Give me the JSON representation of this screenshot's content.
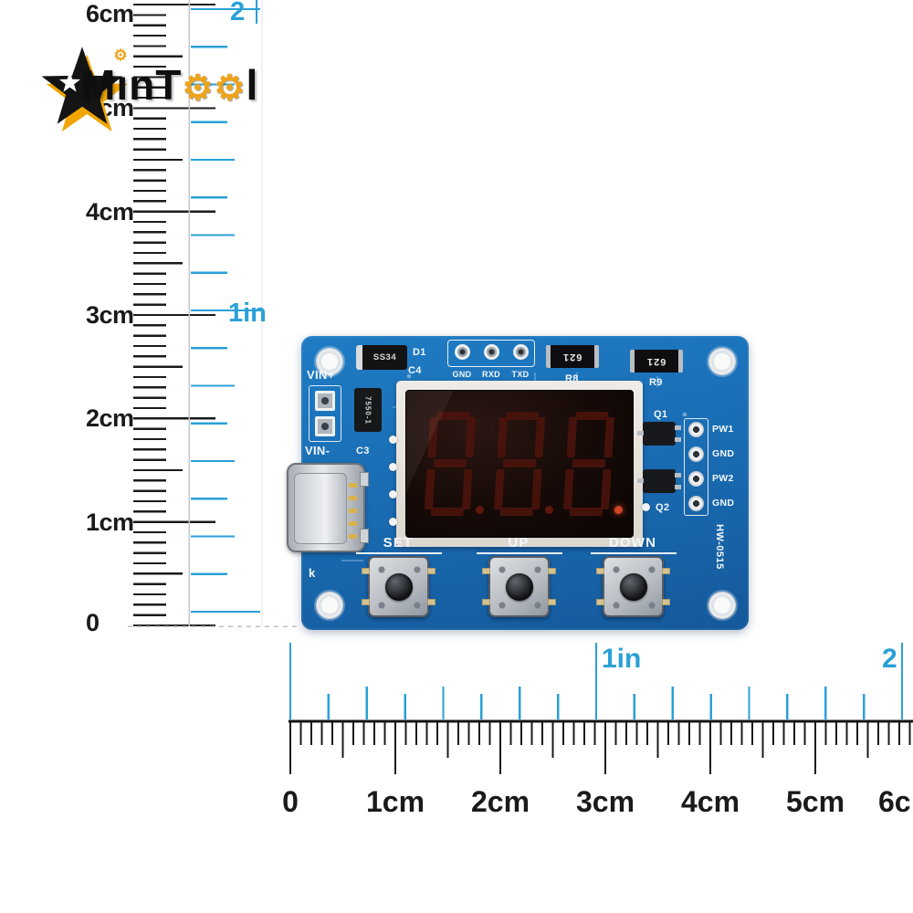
{
  "logo": {
    "brand_name": "MinTool",
    "parts": [
      "M",
      "ı",
      "n",
      "T",
      "l"
    ],
    "gear": "⚙",
    "gear_color": "#eda31b",
    "star_color": "#141414",
    "accent_color": "#f0a500"
  },
  "rulers": {
    "tick_color_cm": "#1b1b1b",
    "tick_color_inch": "#2aa0d8",
    "vertical": {
      "cm": [
        "6cm",
        "5cm",
        "4cm",
        "3cm",
        "2cm",
        "1cm",
        "0"
      ],
      "inch": [
        "2",
        "1in"
      ]
    },
    "horizontal": {
      "cm": [
        "0",
        "1cm",
        "2cm",
        "3cm",
        "4cm",
        "5cm",
        "6c"
      ],
      "inch": [
        "1in",
        "2"
      ]
    }
  },
  "board": {
    "color": "#1a6db4",
    "model": "HW-0515",
    "corner_mark": "k",
    "d1": "D1",
    "d1_part": "SS34",
    "c4": "C4",
    "serial_pads": [
      "GND",
      "RXD",
      "TXD"
    ],
    "r8": "R8",
    "r8_value": "621",
    "r9": "R9",
    "r9_value": "621",
    "vin_plus": "VIN+",
    "vin_minus": "VIN-",
    "c3": "C3",
    "u1_part": "7550-1",
    "q1": "Q1",
    "q2": "Q2",
    "header_pins": [
      "PW1",
      "GND",
      "PW2",
      "GND"
    ],
    "buttons": [
      "SET",
      "UP",
      "DOWN"
    ],
    "display": {
      "digits": "888"
    }
  }
}
